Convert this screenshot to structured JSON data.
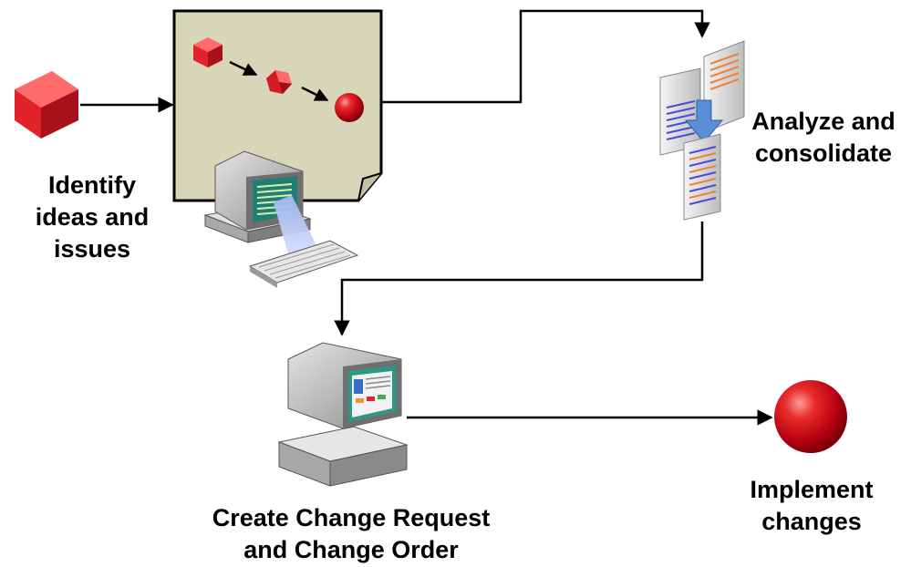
{
  "steps": {
    "identify": {
      "line1": "Identify",
      "line2": "ideas and",
      "line3": "issues"
    },
    "analyze": {
      "line1": "Analyze and",
      "line2": "consolidate"
    },
    "create": {
      "line1": "Create Change Request",
      "line2": "and Change Order"
    },
    "implement": {
      "line1": "Implement",
      "line2": "changes"
    }
  },
  "colors": {
    "note_fill": "#d8d6b8",
    "cube_red": "#e3232b",
    "sphere_red": "#cc1122",
    "arrow_blue": "#5a8fd6",
    "line_black": "#000000"
  },
  "icons": {
    "start": "red-cube-icon",
    "note": "sticky-note-icon",
    "workstation": "computer-icon",
    "documents": "documents-icon",
    "end": "red-sphere-icon"
  }
}
